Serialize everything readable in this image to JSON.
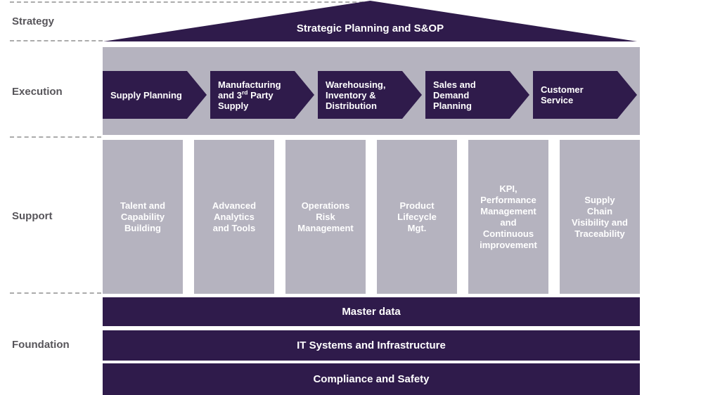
{
  "colors": {
    "dark_purple": "#2f1b4b",
    "lavender_gray": "#b5b3bf",
    "row_label_text": "#57555a",
    "dashed_divider": "#ababab",
    "box_text": "#ffffff"
  },
  "strategy": {
    "label": "Strategy",
    "roof_title": "Strategic Planning and S&OP"
  },
  "execution": {
    "label": "Execution",
    "chevrons": [
      {
        "label": "Supply Planning"
      },
      {
        "label": "Manufacturing and 3rd Party Supply",
        "pre": "Manufacturing\nand 3",
        "sup": "rd",
        "post": " Party\nSupply"
      },
      {
        "label": "Warehousing,\nInventory &\nDistribution"
      },
      {
        "label": "Sales and\nDemand\nPlanning"
      },
      {
        "label": "Customer\nService"
      }
    ]
  },
  "support": {
    "label": "Support",
    "boxes": [
      {
        "label": "Talent and\nCapability\nBuilding"
      },
      {
        "label": "Advanced\nAnalytics\nand Tools"
      },
      {
        "label": "Operations\nRisk\nManagement"
      },
      {
        "label": "Product\nLifecycle\nMgt."
      },
      {
        "label": "KPI,\nPerformance\nManagement\nand\nContinuous\nimprovement"
      },
      {
        "label": "Supply\nChain\nVisibility and\nTraceability"
      }
    ]
  },
  "foundation": {
    "label": "Foundation",
    "bars": [
      {
        "label": "Master data"
      },
      {
        "label": "IT Systems and Infrastructure"
      },
      {
        "label": "Compliance and Safety"
      }
    ]
  }
}
